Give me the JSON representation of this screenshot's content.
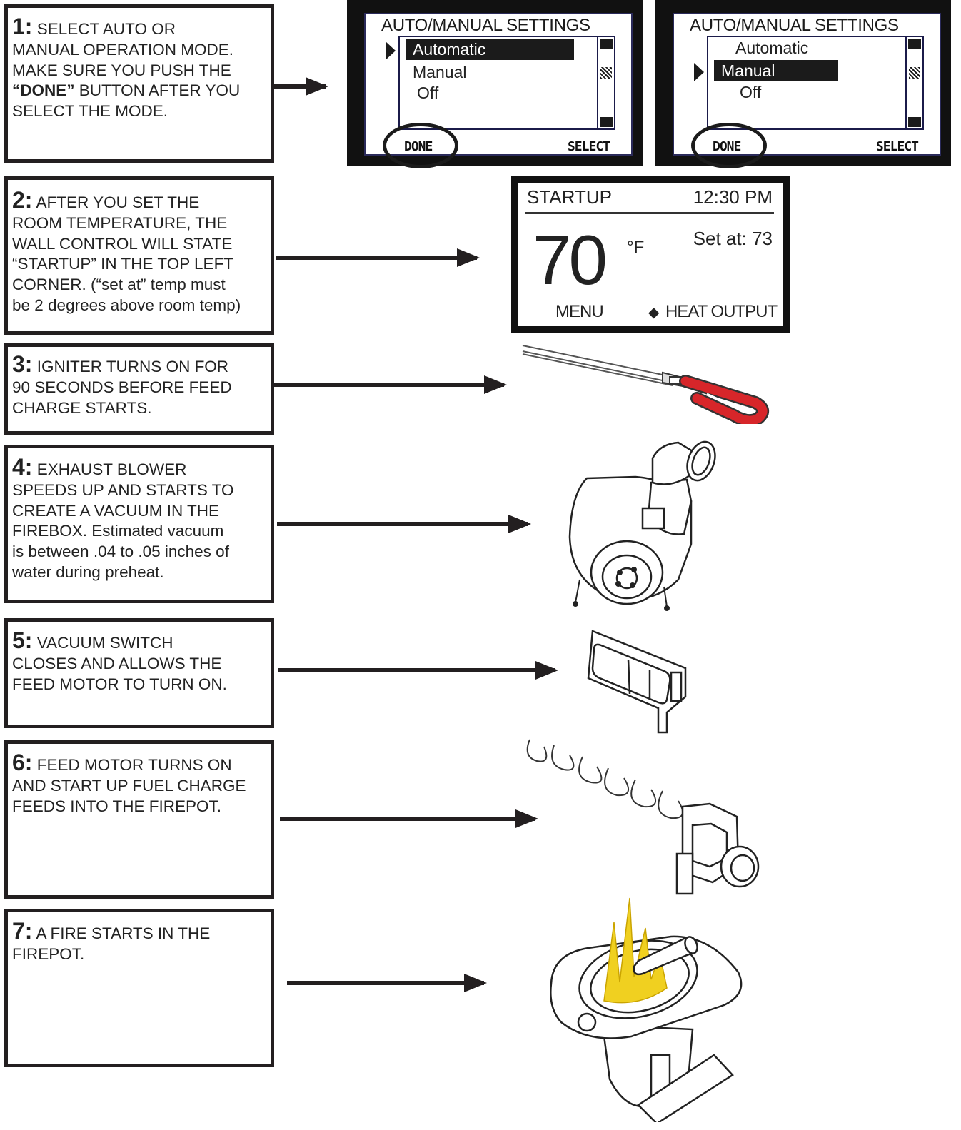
{
  "steps": [
    {
      "num": "1:",
      "line1": "SELECT AUTO OR",
      "line2": "MANUAL OPERATION MODE.",
      "line3": "MAKE SURE YOU PUSH THE",
      "done_word": "“DONE”",
      "line4_rest": " BUTTON AFTER YOU",
      "line5": "SELECT THE MODE."
    },
    {
      "num": "2:",
      "line1": "AFTER YOU SET THE",
      "line2": "ROOM TEMPERATURE, THE",
      "line3": "WALL CONTROL WILL STATE",
      "line4": "“STARTUP” IN THE TOP LEFT",
      "line5": "CORNER.  (“set at” temp must",
      "line6": "be 2 degrees above room temp)"
    },
    {
      "num": "3:",
      "line1": "IGNITER TURNS ON FOR",
      "line2": "90 SECONDS BEFORE FEED",
      "line3": "CHARGE STARTS."
    },
    {
      "num": "4:",
      "line1": "EXHAUST BLOWER",
      "line2": "SPEEDS UP AND STARTS TO",
      "line3": "CREATE A VACUUM IN THE",
      "line4": "FIREBOX.  Estimated vacuum",
      "line5": "is between .04 to .05 inches of",
      "line6": "water during preheat."
    },
    {
      "num": "5:",
      "line1": "VACUUM SWITCH",
      "line2": "CLOSES AND ALLOWS THE",
      "line3": "FEED MOTOR TO TURN ON."
    },
    {
      "num": "6:",
      "line1": "FEED MOTOR TURNS ON",
      "line2": "AND START UP FUEL CHARGE",
      "line3": "FEEDS INTO THE FIREPOT."
    },
    {
      "num": "7:",
      "line1": "A FIRE STARTS IN THE",
      "line2": "FIREPOT."
    }
  ],
  "screen_auto": {
    "title": "AUTO/MANUAL SETTINGS",
    "options": [
      "Automatic",
      "Manual",
      "Off"
    ],
    "selected": "Automatic",
    "left_soft": "DONE",
    "right_soft": "SELECT"
  },
  "screen_manual": {
    "title": "AUTO/MANUAL SETTINGS",
    "options": [
      "Automatic",
      "Manual",
      "Off"
    ],
    "selected": "Manual",
    "left_soft": "DONE",
    "right_soft": "SELECT"
  },
  "startup_display": {
    "mode": "STARTUP",
    "time": "12:30 PM",
    "temp": "70",
    "unit": "°F",
    "set_at": "Set at:  73",
    "menu": "MENU",
    "heat": "HEAT OUTPUT"
  },
  "colors": {
    "ink": "#231f20",
    "igniter": "#d7262a",
    "flame": "#f0d020"
  },
  "icons": [
    "igniter-illustration",
    "exhaust-blower-illustration",
    "vacuum-switch-illustration",
    "feed-motor-auger-illustration",
    "firepot-illustration"
  ]
}
